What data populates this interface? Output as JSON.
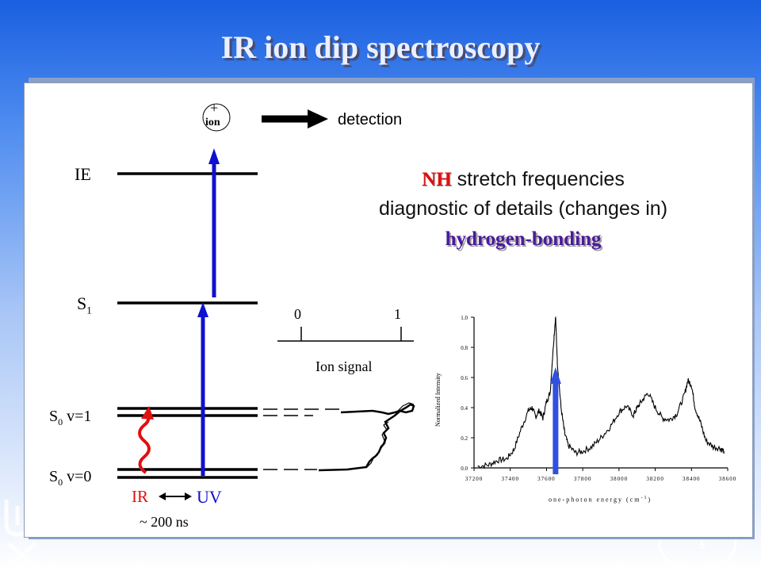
{
  "title": "IR ion dip spectroscopy",
  "diagram": {
    "ion_plus": "+",
    "ion_label": "ion",
    "detection_label": "detection",
    "levels": {
      "ie": "IE",
      "s1_main": "S",
      "s1_sub": "1",
      "s0v1_main": "S",
      "s0v1_sub": "0",
      "s0v1_suffix": " v=1",
      "s0v0_main": "S",
      "s0v0_sub": "0",
      "s0v0_suffix": " v=0"
    },
    "ir_label": "IR",
    "uv_label": "UV",
    "delay_label": "~ 200 ns",
    "ion_signal": {
      "tick0": "0",
      "tick1": "1",
      "axis_label": "Ion signal"
    }
  },
  "message": {
    "nh": "NH",
    "line1_rest": " stretch frequencies",
    "line2": "diagnostic of details (changes in)",
    "line3": "hydrogen-bonding"
  },
  "colors": {
    "uv_arrow": "#1010d0",
    "ir_arrow": "#e01010",
    "spectrum_marker": "#3050e0",
    "nh_text": "#e01010",
    "hb_text": "#4a1a9a"
  },
  "spectrum": {
    "ylabel": "Normalized Intensity",
    "xlabel": "one-photon energy (cm",
    "xlabel_sup": "-1",
    "xlabel_close": ")",
    "yticks": [
      "1.0",
      "0.8",
      "0.6",
      "0.4",
      "0.2",
      "0.0"
    ],
    "xticks": [
      "37200",
      "37400",
      "37600",
      "37800",
      "38000",
      "38200",
      "38400",
      "38600"
    ]
  },
  "chart_data": {
    "type": "line",
    "xlabel": "one-photon energy (cm-1)",
    "ylabel": "Normalized Intensity",
    "xlim": [
      37200,
      38600
    ],
    "ylim": [
      0,
      1.0
    ],
    "series": [
      {
        "x": [
          37220,
          37280,
          37330,
          37380,
          37420,
          37460,
          37500,
          37520,
          37540,
          37560,
          37580,
          37600,
          37620,
          37640,
          37650,
          37660,
          37680,
          37700,
          37720,
          37760,
          37800,
          37850,
          37900,
          37950,
          38000,
          38040,
          38080,
          38100,
          38130,
          38160,
          38200,
          38240,
          38280,
          38320,
          38360,
          38380,
          38400,
          38420,
          38450,
          38480,
          38520,
          38560,
          38580
        ],
        "y": [
          0.01,
          0.02,
          0.05,
          0.06,
          0.12,
          0.26,
          0.38,
          0.4,
          0.34,
          0.38,
          0.33,
          0.44,
          0.5,
          0.85,
          1.0,
          0.7,
          0.4,
          0.23,
          0.15,
          0.1,
          0.11,
          0.14,
          0.2,
          0.27,
          0.37,
          0.41,
          0.35,
          0.4,
          0.45,
          0.5,
          0.4,
          0.33,
          0.32,
          0.36,
          0.48,
          0.58,
          0.55,
          0.4,
          0.3,
          0.18,
          0.14,
          0.13,
          0.11
        ]
      }
    ],
    "marker_x": 37650
  }
}
